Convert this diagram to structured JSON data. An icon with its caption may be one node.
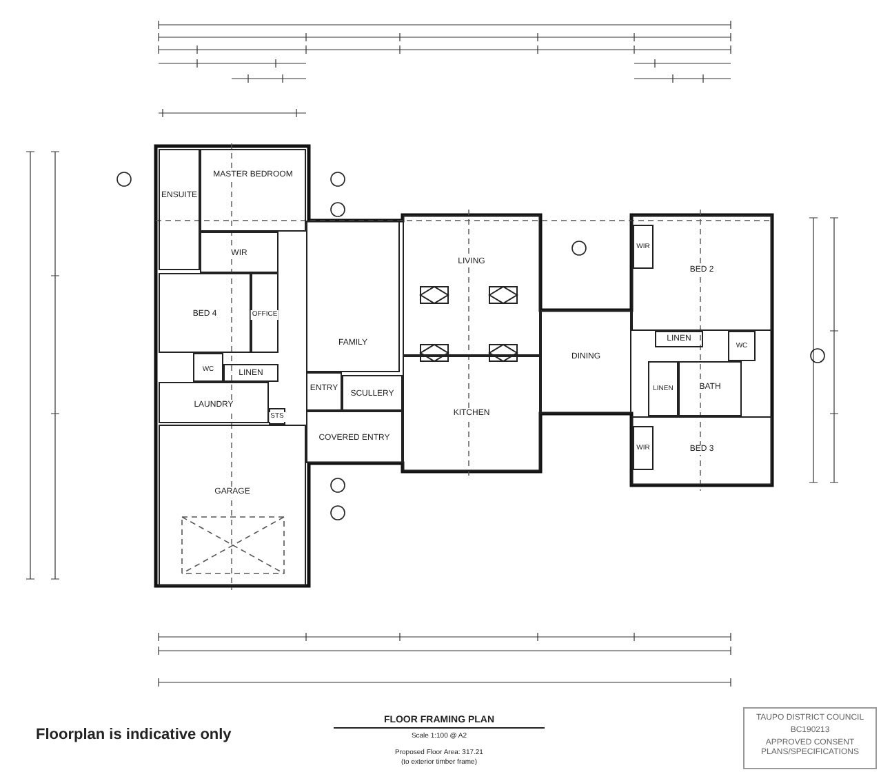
{
  "diagram": {
    "nodes": [
      {
        "text": [
          "ENSUITE"
        ]
      },
      {
        "text": [
          "MASTER BEDROOM"
        ]
      },
      {
        "text": [
          "WIR"
        ]
      },
      {
        "text": [
          "BED 4"
        ]
      },
      {
        "text": [
          "OFFICE"
        ]
      },
      {
        "text": [
          "WC"
        ]
      },
      {
        "text": [
          "LINEN"
        ]
      },
      {
        "text": [
          "LAUNDRY"
        ]
      },
      {
        "text": [
          "STS"
        ]
      },
      {
        "text": [
          "FAMILY"
        ]
      },
      {
        "text": [
          "ENTRY"
        ]
      },
      {
        "text": [
          "SCULLERY"
        ]
      },
      {
        "text": [
          "COVERED ENTRY"
        ]
      },
      {
        "text": [
          "GARAGE"
        ]
      },
      {
        "text": [
          "LIVING"
        ]
      },
      {
        "text": [
          "KITCHEN"
        ]
      },
      {
        "text": [
          "DINING"
        ]
      },
      {
        "text": [
          "BED 2"
        ]
      },
      {
        "text": [
          "WIR"
        ],
        "in": 17
      },
      {
        "text": [
          "LINEN"
        ]
      },
      {
        "text": [
          "WC"
        ]
      },
      {
        "text": [
          "BATH"
        ]
      },
      {
        "text": [
          "LINEN"
        ]
      },
      {
        "text": [
          "BED 3"
        ]
      },
      {
        "text": [
          "WIR"
        ],
        "in": 23
      },
      {
        "text": [
          "TAUPO DISTRICT COUNCIL",
          "BC190213",
          "APPROVED CONSENT PLANS/SPECIFICATIONS"
        ]
      }
    ],
    "labels": [
      "Floorplan is indicative only",
      "FLOOR FRAMING PLAN",
      "Scale 1:100 @ A2",
      "Proposed Floor Area: 317.21",
      "(to exterior timber frame)"
    ]
  }
}
